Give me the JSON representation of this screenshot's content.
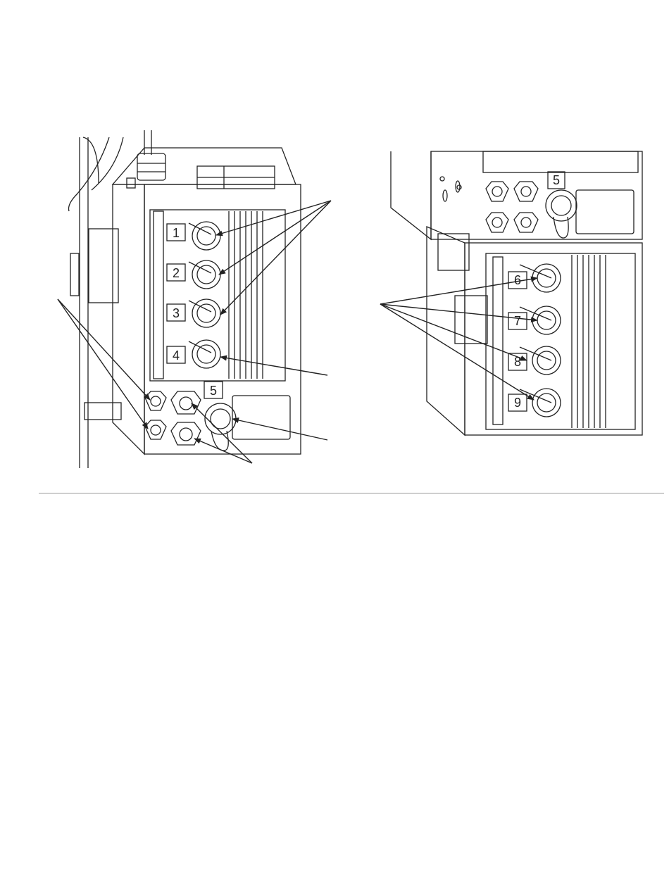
{
  "figure": {
    "left_view": {
      "port_labels": [
        "1",
        "2",
        "3",
        "4",
        "5"
      ]
    },
    "right_view": {
      "port_labels": [
        "5",
        "6",
        "7",
        "8",
        "9"
      ]
    }
  },
  "colors": {
    "line": "#222222",
    "fill_panel": "#ffffff",
    "rule": "#999999"
  }
}
